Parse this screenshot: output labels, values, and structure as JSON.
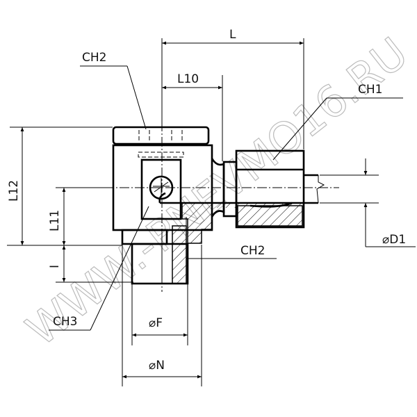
{
  "drawing": {
    "dimensions": {
      "L": "L",
      "L10": "L10",
      "L11": "L11",
      "L12": "L12",
      "I": "I",
      "F": "⌀F",
      "N": "⌀N",
      "D1": "⌀D1"
    },
    "callouts": {
      "ch2_top": "CH2",
      "ch1": "CH1",
      "ch2_bottom": "CH2",
      "ch3": "CH3"
    },
    "watermark": "WWW.-PNEVMO16.RU"
  }
}
